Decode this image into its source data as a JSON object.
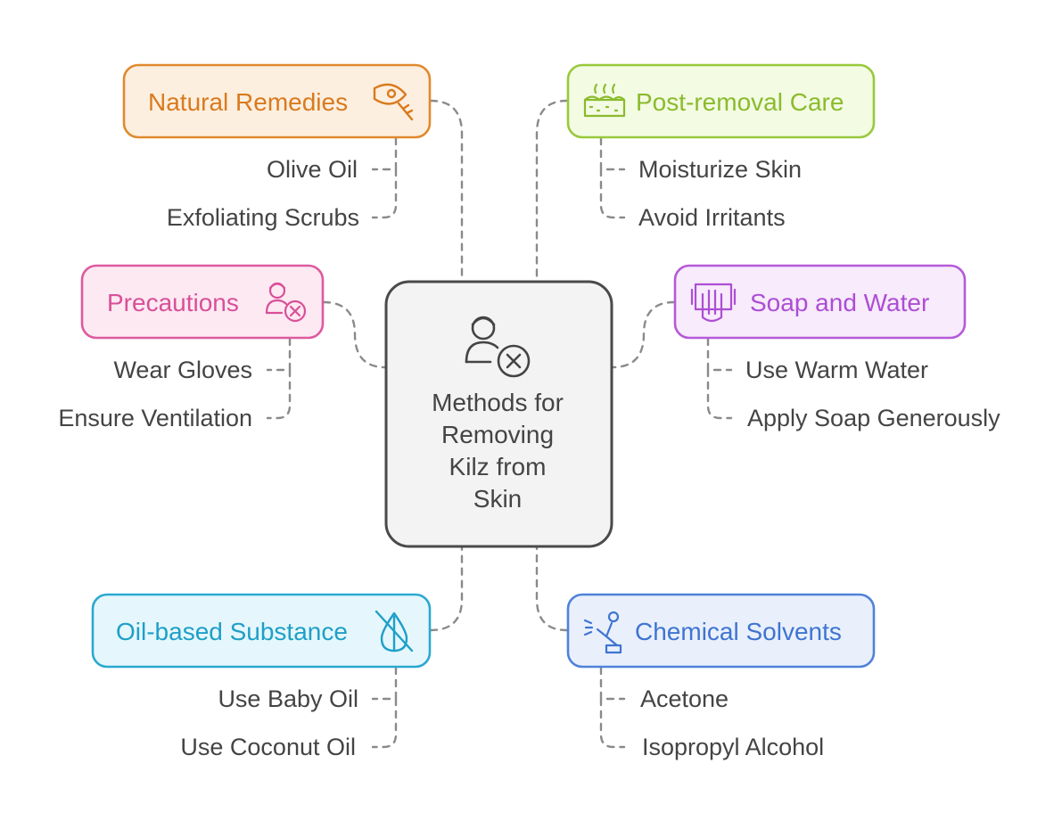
{
  "center": {
    "lines": [
      "Methods for",
      "Removing",
      "Kilz from",
      "Skin"
    ],
    "icon": "person-cancel-icon",
    "fill": "#f3f3f3",
    "stroke": "#4a4a4a"
  },
  "categories": [
    {
      "id": "natural-remedies",
      "label": "Natural Remedies",
      "icon": "leaf-eye-icon",
      "fill": "#fdefe0",
      "stroke": "#e08a2e",
      "text_color": "#d97a1e",
      "items": [
        "Olive Oil",
        "Exfoliating Scrubs"
      ]
    },
    {
      "id": "post-removal-care",
      "label": "Post-removal Care",
      "icon": "skin-layers-icon",
      "fill": "#f3fbe3",
      "stroke": "#98c93c",
      "text_color": "#8bbb2c",
      "items": [
        "Moisturize Skin",
        "Avoid Irritants"
      ]
    },
    {
      "id": "precautions",
      "label": "Precautions",
      "icon": "person-cancel-icon",
      "fill": "#fde9f2",
      "stroke": "#de5aa0",
      "text_color": "#d94f98",
      "items": [
        "Wear Gloves",
        "Ensure Ventilation"
      ]
    },
    {
      "id": "soap-and-water",
      "label": "Soap and Water",
      "icon": "hand-wash-icon",
      "fill": "#f7ebfc",
      "stroke": "#b55ad8",
      "text_color": "#ad4ed3",
      "items": [
        "Use Warm Water",
        "Apply Soap Generously"
      ]
    },
    {
      "id": "oil-based-substance",
      "label": "Oil-based Substance",
      "icon": "oil-drop-off-icon",
      "fill": "#e5f7fc",
      "stroke": "#2aa9cf",
      "text_color": "#1e9fc8",
      "items": [
        "Use Baby Oil",
        "Use Coconut Oil"
      ]
    },
    {
      "id": "chemical-solvents",
      "label": "Chemical Solvents",
      "icon": "spray-person-icon",
      "fill": "#e9f0fc",
      "stroke": "#4f82d9",
      "text_color": "#3f74d1",
      "items": [
        "Acetone",
        "Isopropyl Alcohol"
      ]
    }
  ]
}
